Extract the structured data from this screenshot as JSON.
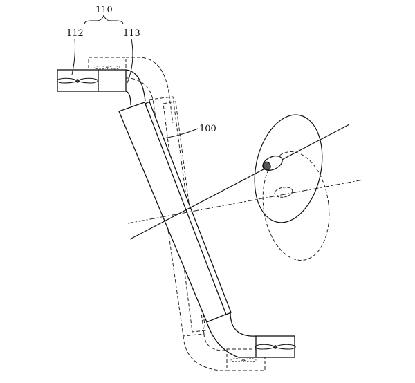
{
  "labels": {
    "group": "110",
    "part_a": "112",
    "part_b": "113",
    "device": "100"
  },
  "colors": {
    "line": "#111111",
    "dashed": "#222222",
    "highlight": "#555555",
    "background": "#ffffff"
  },
  "icons": {
    "upper_fan": "propeller-icon",
    "lower_fan": "propeller-icon",
    "ghost_fan_top": "propeller-icon",
    "ghost_fan_bottom": "propeller-icon",
    "lamp": "lamp-icon"
  }
}
